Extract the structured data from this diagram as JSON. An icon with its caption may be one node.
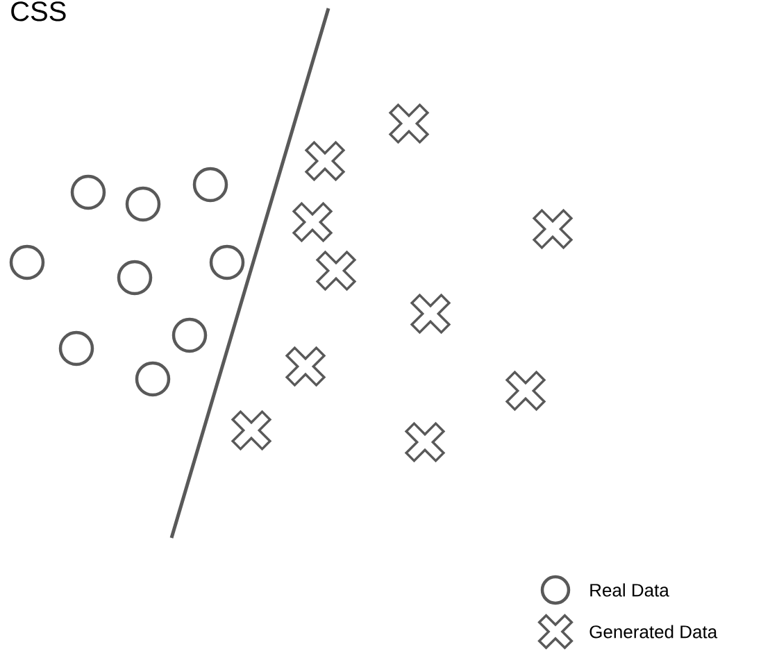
{
  "diagram": {
    "labels": [
      "CSS"
    ],
    "legend": [
      {
        "text": "Real Data"
      },
      {
        "text": "Generated Data"
      }
    ]
  }
}
